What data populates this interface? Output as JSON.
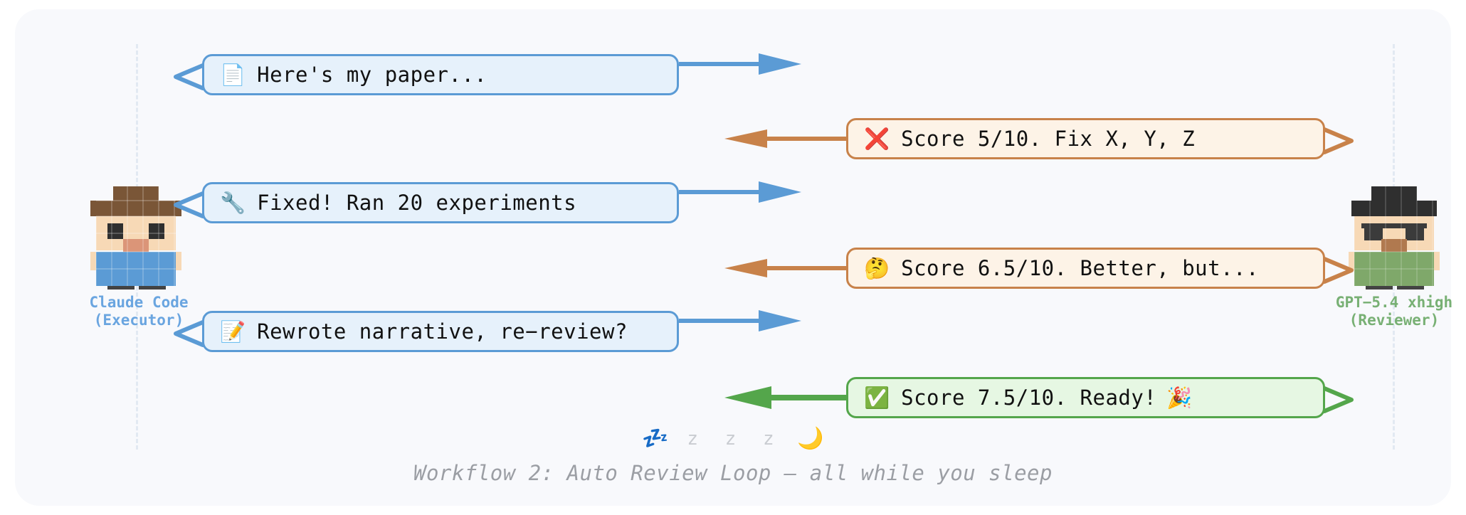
{
  "panel": {
    "background": "#f8f9fc",
    "page_background": "#ffffff"
  },
  "colors": {
    "blue_border": "#5b9bd5",
    "blue_fill": "#e6f1fb",
    "blue_arrow": "#5b9bd5",
    "orange_border": "#c8824a",
    "orange_fill": "#fdf3e7",
    "orange_arrow": "#c8824a",
    "green_border": "#54a64b",
    "green_fill": "#e6f7e3",
    "green_arrow": "#54a64b",
    "lifeline": "#e2e9f2",
    "caption_text": "#9b9ea4",
    "left_label_text": "#6aa5e0",
    "right_label_text": "#78b074"
  },
  "actors": {
    "left": {
      "name": "Claude Code",
      "role": "(Executor)",
      "label": "Claude Code\n(Executor)",
      "avatar_icon": "pixel-avatar-claude-code"
    },
    "right": {
      "name": "GPT−5.4 xhigh",
      "role": "(Reviewer)",
      "label": "GPT−5.4 xhigh\n(Reviewer)",
      "avatar_icon": "pixel-avatar-gpt-reviewer"
    }
  },
  "messages": [
    {
      "id": "msg-1",
      "side": "left",
      "emoji": "📄",
      "emoji_name": "page-facing-up-icon",
      "text": "Here's my paper...",
      "style": "blue",
      "direction": "right"
    },
    {
      "id": "msg-2",
      "side": "right",
      "emoji": "❌",
      "emoji_name": "cross-mark-icon",
      "text": "Score 5/10. Fix X, Y, Z",
      "style": "orange",
      "direction": "left"
    },
    {
      "id": "msg-3",
      "side": "left",
      "emoji": "🔧",
      "emoji_name": "wrench-icon",
      "text": "Fixed! Ran 20 experiments",
      "style": "blue",
      "direction": "right"
    },
    {
      "id": "msg-4",
      "side": "right",
      "emoji": "🤔",
      "emoji_name": "thinking-face-icon",
      "text": "Score 6.5/10. Better, but...",
      "style": "orange",
      "direction": "left"
    },
    {
      "id": "msg-5",
      "side": "left",
      "emoji": "📝",
      "emoji_name": "memo-icon",
      "text": "Rewrote narrative, re−review?",
      "style": "blue",
      "direction": "right"
    },
    {
      "id": "msg-6",
      "side": "right",
      "emoji": "✅",
      "emoji_name": "check-mark-button-icon",
      "text": "Score 7.5/10. Ready!",
      "emoji_after": "🎉",
      "emoji_after_name": "party-popper-icon",
      "style": "green",
      "direction": "left"
    }
  ],
  "footer": {
    "sleep_emoji": "💤",
    "sleep_emoji_name": "zzz-icon",
    "sleep_text": "z z z",
    "moon_emoji": "🌙",
    "moon_emoji_name": "crescent-moon-icon",
    "caption": "Workflow 2: Auto Review Loop — all while you sleep"
  }
}
